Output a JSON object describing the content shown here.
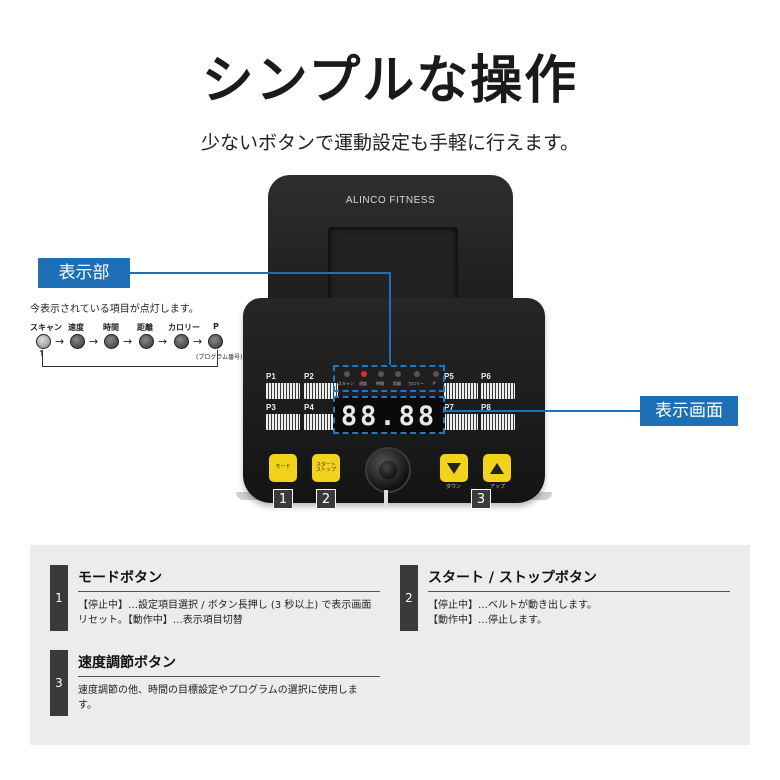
{
  "title": "シンプルな操作",
  "subtitle": "少ないボタンで運動設定も手軽に行えます。",
  "console": {
    "brand": "ALINCO FITNESS",
    "display_value": "88.88",
    "programs_left": [
      "P1",
      "P2",
      "P3",
      "P4"
    ],
    "programs_right": [
      "P5",
      "P6",
      "P7",
      "P8"
    ],
    "leds": [
      "スキャン",
      "速度",
      "時間",
      "距離",
      "カロリー",
      "P"
    ],
    "buttons": {
      "mode": "モード",
      "start_stop": "スタート\nストップ",
      "down": "ダウン",
      "up": "アップ"
    },
    "tags": [
      "1",
      "2",
      "3"
    ]
  },
  "callouts": {
    "display_section": "表示部",
    "display_screen": "表示画面"
  },
  "display_note": "今表示されている項目が点灯します。",
  "sequence": {
    "labels": [
      "スキャン",
      "速度",
      "時間",
      "距離",
      "カロリー",
      "P"
    ],
    "sub": "(プログラム番号)",
    "arrow": "→"
  },
  "items": [
    {
      "num": "1",
      "title": "モードボタン",
      "desc": "【停止中】…設定項目選択 / ボタン長押し (3 秒以上) で表示画面リセット。【動作中】…表示項目切替"
    },
    {
      "num": "2",
      "title": "スタート / ストップボタン",
      "desc": "【停止中】…ベルトが動き出します。\n【動作中】…停止します。"
    },
    {
      "num": "3",
      "title": "速度調節ボタン",
      "desc": "速度調節の他、時間の目標設定やプログラムの選択に使用します。"
    }
  ],
  "colors": {
    "accent": "#1e6fb5",
    "button_yellow": "#f2d21b",
    "led_on": "#e52b2b"
  }
}
